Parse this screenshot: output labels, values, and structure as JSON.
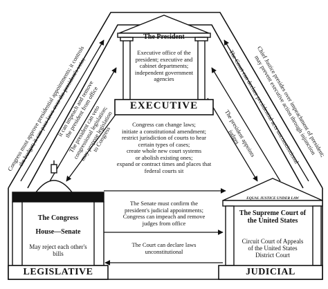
{
  "branches": {
    "executive": {
      "building_title": "The President",
      "building_text": "Executive office of the president; executive and cabinet departments; independent government agencies",
      "banner": "EXECUTIVE"
    },
    "legislative": {
      "building_title": "The Congress",
      "building_subtitle": "House—Senate",
      "building_text": "May reject each other's bills",
      "banner": "LEGISLATIVE"
    },
    "judicial": {
      "pediment_text": "EQUAL JUSTICE UNDER LAW",
      "building_title": "The Supreme Court of the United States",
      "building_text": "Circuit Court of Appeals of the United States District Court",
      "banner": "JUDICIAL"
    }
  },
  "relations": {
    "left_outer": {
      "line1": "Congress must approve presidential appointments; it controls",
      "line2": "the budget; it can pass laws over the president's veto;"
    },
    "left_inner_1": {
      "line1": "it can impeach and remove",
      "line2": "the president from office"
    },
    "left_inner_2": {
      "line1": "The president can veto",
      "line2": "congressional legislation;",
      "line3": "may propose legislation",
      "line4": "to Congress"
    },
    "right_outer": {
      "line1": "Chief Justice presides over impeachment of president;",
      "line2": "may prevent executive action through injunction"
    },
    "right_inner_1": {
      "line1": "The Court can declare presidential acts unconstitutional"
    },
    "right_inner_2": {
      "line1": "The president appoints",
      "line2": "judges"
    },
    "center_congress": {
      "line1": "Congress can change laws;",
      "line2": "initiate a constitutional amendment;",
      "line3": "restrict jurisdiction of courts to hear",
      "line4": "certain types of cases;",
      "line5": "create whole new court systems",
      "line6": "or abolish existing ones;",
      "line7": "expand or contract times and places that",
      "line8": "federal courts sit"
    },
    "senate": {
      "line1": "The Senate must confirm the",
      "line2": "president's judicial appointments;",
      "line3": "Congress can impeach and remove",
      "line4": "judges from office"
    },
    "court_laws": {
      "line1": "The Court can declare laws",
      "line2": "unconstitutional"
    }
  }
}
